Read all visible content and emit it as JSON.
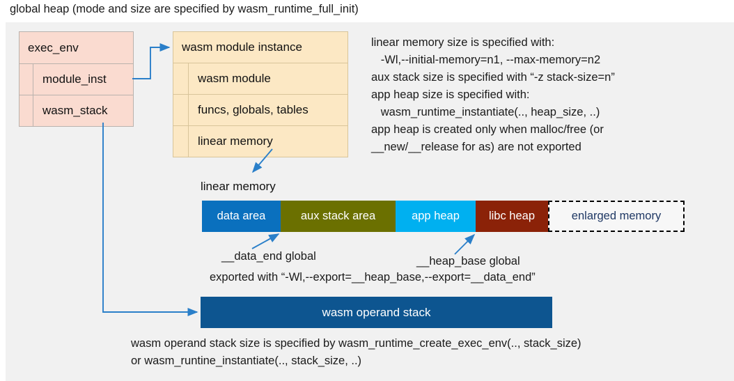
{
  "title": "global heap (mode and size are specified by wasm_runtime_full_init)",
  "exec_env": {
    "header": "exec_env",
    "fields": [
      {
        "label": "module_inst"
      },
      {
        "label": "wasm_stack"
      }
    ]
  },
  "module_instance": {
    "header": "wasm module instance",
    "fields": [
      {
        "label": "wasm module"
      },
      {
        "label": "funcs, globals, tables"
      },
      {
        "label": "linear memory"
      }
    ]
  },
  "notes_right": "linear memory size is specified with:\n   -Wl,--initial-memory=n1, --max-memory=n2\naux stack size is specified with “-z stack-size=n”\napp heap size is specified with:\n   wasm_runtime_instantiate(.., heap_size, ..)\napp heap is created only when malloc/free (or\n__new/__release for as) are not exported",
  "linear_memory": {
    "label": "linear memory",
    "segments": [
      {
        "label": "data area",
        "color": "#0a70be",
        "width": 113
      },
      {
        "label": "aux stack area",
        "color": "#6b7000",
        "width": 165
      },
      {
        "label": "app heap",
        "color": "#00b0f0",
        "width": 115
      },
      {
        "label": "libc heap",
        "color": "#8b2208",
        "width": 104
      },
      {
        "label": "enlarged memory",
        "color": "#f7f7f7",
        "width": 196
      }
    ]
  },
  "annotations": {
    "data_end": "__data_end global",
    "heap_base": "__heap_base global",
    "exported": "exported with “-Wl,--export=__heap_base,--export=__data_end”"
  },
  "operand_stack": {
    "label": "wasm operand stack"
  },
  "notes_bottom": "wasm operand stack size is specified by wasm_runtime_create_exec_env(.., stack_size)\nor wasm_runtine_instantiate(.., stack_size, ..)",
  "colors": {
    "panel_background": "#f1f1f1",
    "exec_env_fill": "#fadbd0",
    "module_instance_fill": "#fce8c4",
    "connector": "#2a7fc9",
    "operand_stack_fill": "#0d5590"
  }
}
